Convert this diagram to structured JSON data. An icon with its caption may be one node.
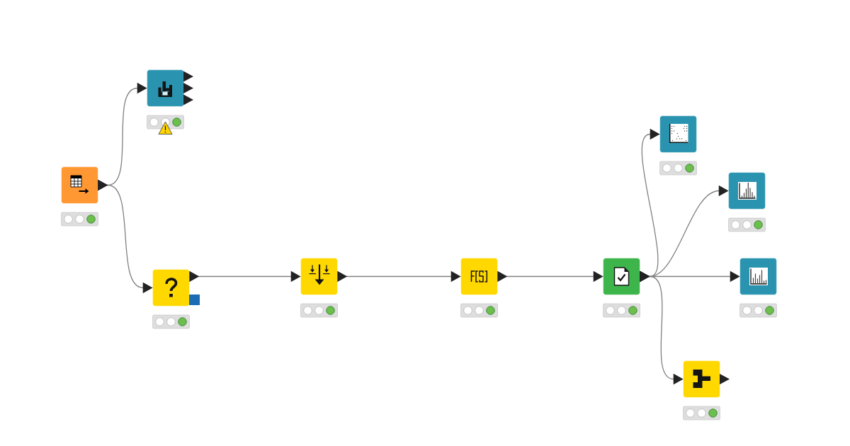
{
  "diagram": {
    "nodes": [
      {
        "text": [],
        "shape": "box"
      },
      {
        "text": [],
        "shape": "box"
      },
      {
        "text": [],
        "shape": "box"
      },
      {
        "text": [],
        "shape": "box"
      },
      {
        "text": [],
        "shape": "box"
      },
      {
        "text": [],
        "shape": "box"
      },
      {
        "text": [],
        "shape": "box"
      },
      {
        "text": [],
        "shape": "box"
      },
      {
        "text": [],
        "shape": "box"
      },
      {
        "text": [],
        "shape": "box"
      }
    ],
    "edges": [
      {
        "from": 0,
        "to": 1,
        "arrow": "to"
      },
      {
        "from": 0,
        "to": 2,
        "arrow": "to"
      },
      {
        "from": 2,
        "to": 3,
        "arrow": "to"
      },
      {
        "from": 3,
        "to": 4,
        "arrow": "to"
      },
      {
        "from": 4,
        "to": 5,
        "arrow": "to"
      },
      {
        "from": 5,
        "to": 6,
        "arrow": "to"
      },
      {
        "from": 5,
        "to": 7,
        "arrow": "to"
      },
      {
        "from": 5,
        "to": 8,
        "arrow": "to"
      },
      {
        "from": 5,
        "to": 9,
        "arrow": "to"
      }
    ]
  }
}
